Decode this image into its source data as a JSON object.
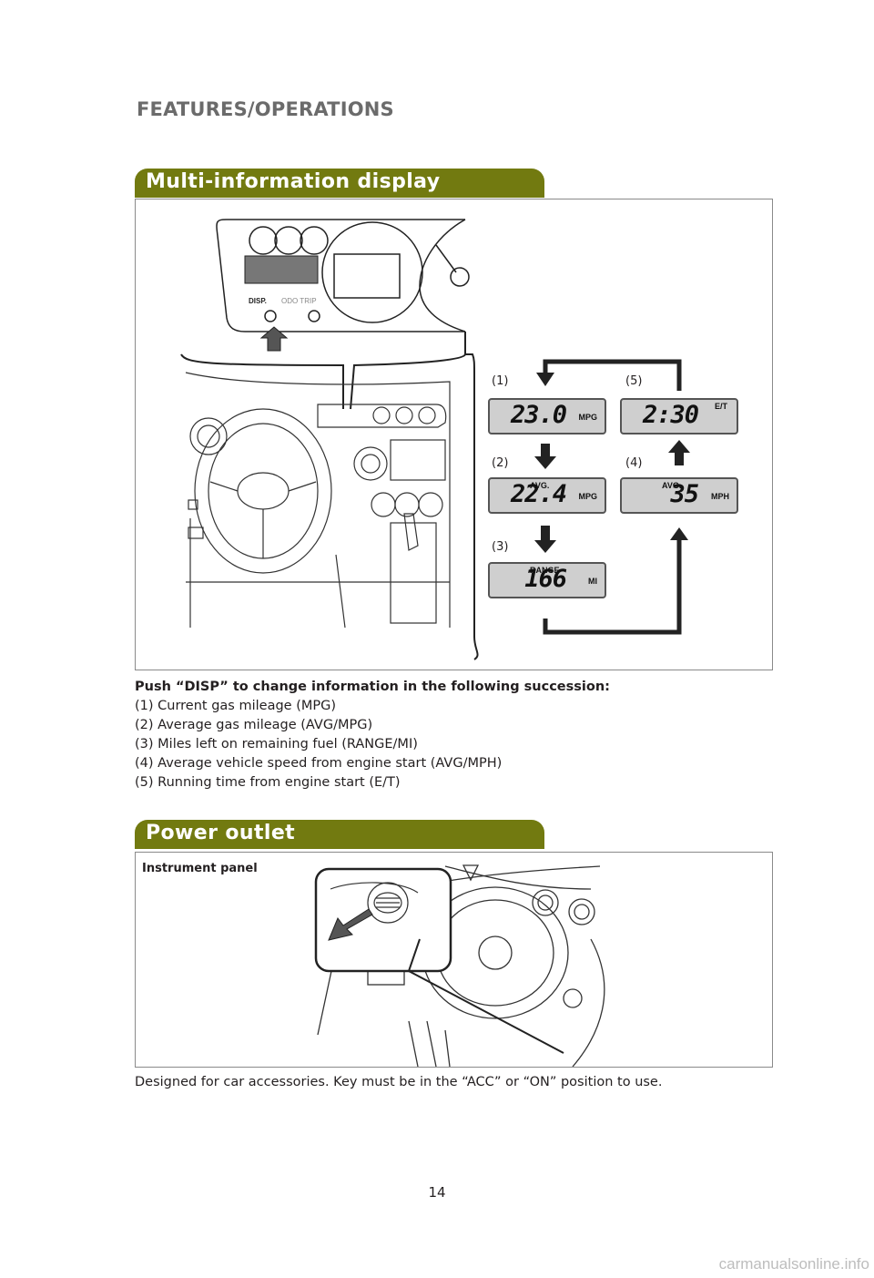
{
  "header": {
    "section": "FEATURES/OPERATIONS"
  },
  "mid": {
    "title": "Multi-information display",
    "figure": {
      "button_labels": {
        "disp": "DISP.",
        "odo": "ODO TRIP"
      },
      "steps": [
        {
          "num": "(1)",
          "top": "",
          "value": "23.0",
          "unit": "MPG"
        },
        {
          "num": "(2)",
          "top": "AVG.",
          "value": "22.4",
          "unit": "MPG"
        },
        {
          "num": "(3)",
          "top": "RANGE",
          "value": "166",
          "unit": "MI"
        },
        {
          "num": "(4)",
          "top": "AVG.",
          "value": "35",
          "unit": "MPH"
        },
        {
          "num": "(5)",
          "top": "E/T",
          "value": "2:30",
          "unit": ""
        }
      ]
    },
    "intro": "Push “DISP” to change information in the following succession:",
    "list": [
      "(1) Current gas mileage (MPG)",
      "(2) Average gas mileage (AVG/MPG)",
      "(3) Miles left on remaining fuel (RANGE/MI)",
      "(4) Average vehicle speed from engine start (AVG/MPH)",
      "(5) Running time from engine start (E/T)"
    ]
  },
  "outlet": {
    "title": "Power outlet",
    "caption": "Instrument panel",
    "description": "Designed for car accessories. Key must be in the “ACC” or “ON” position to use."
  },
  "page_number": "14",
  "watermark": "carmanualsonline.info"
}
